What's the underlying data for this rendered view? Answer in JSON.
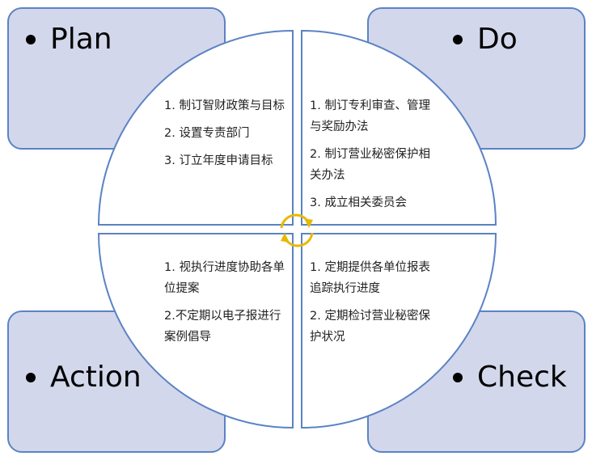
{
  "corners": {
    "plan": "Plan",
    "do": "Do",
    "action": "Action",
    "check": "Check"
  },
  "quadrants": {
    "plan": [
      "1. 制订智财政策与目标",
      "2. 设置专责部门",
      "3. 订立年度申请目标"
    ],
    "do": [
      "1. 制订专利审查、管理与奖励办法",
      "2. 制订营业秘密保护相关办法",
      "3. 成立相关委员会"
    ],
    "action": [
      "1. 视执行进度协助各单位提案",
      "2.不定期以电子报进行案例倡导"
    ],
    "check": [
      "1. 定期提供各单位报表追踪执行进度",
      "2. 定期检讨营业秘密保护状况"
    ]
  },
  "colors": {
    "corner_fill": "#d3d7eb",
    "corner_border": "#5b83c4",
    "cycle_arrow": "#e8b800"
  }
}
